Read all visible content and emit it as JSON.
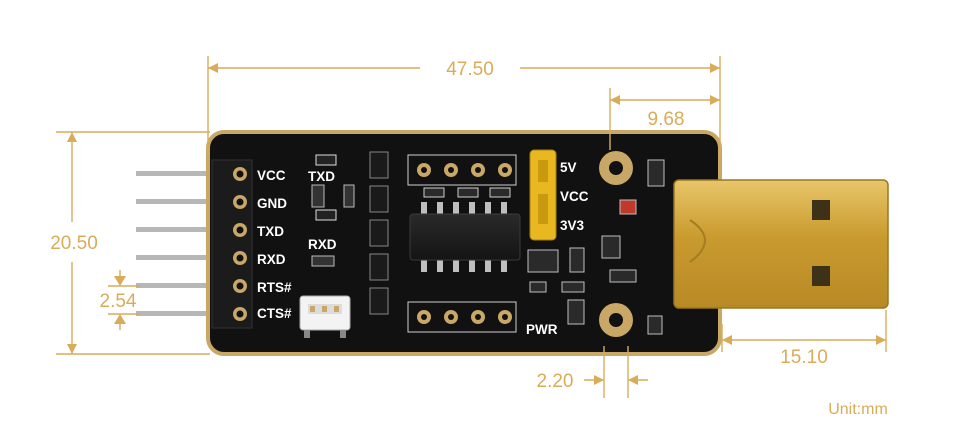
{
  "colors": {
    "dimension": "#d9ac5a",
    "board": "#111111",
    "board_edge": "#c9a766",
    "usb_gold": "#d3a640",
    "silkscreen": "#ffffff"
  },
  "dimensions": {
    "length": "47.50",
    "usb_offset": "9.68",
    "width": "20.50",
    "pin_pitch": "2.54",
    "mount_hole": "2.20",
    "usb_length": "15.10"
  },
  "pin_labels": [
    "VCC",
    "GND",
    "TXD",
    "RXD",
    "RTS#",
    "CTS#"
  ],
  "led_labels": [
    "TXD",
    "RXD"
  ],
  "jumper_labels": [
    "5V",
    "VCC",
    "3V3"
  ],
  "power_led_label": "PWR",
  "unit_label": "Unit:mm"
}
